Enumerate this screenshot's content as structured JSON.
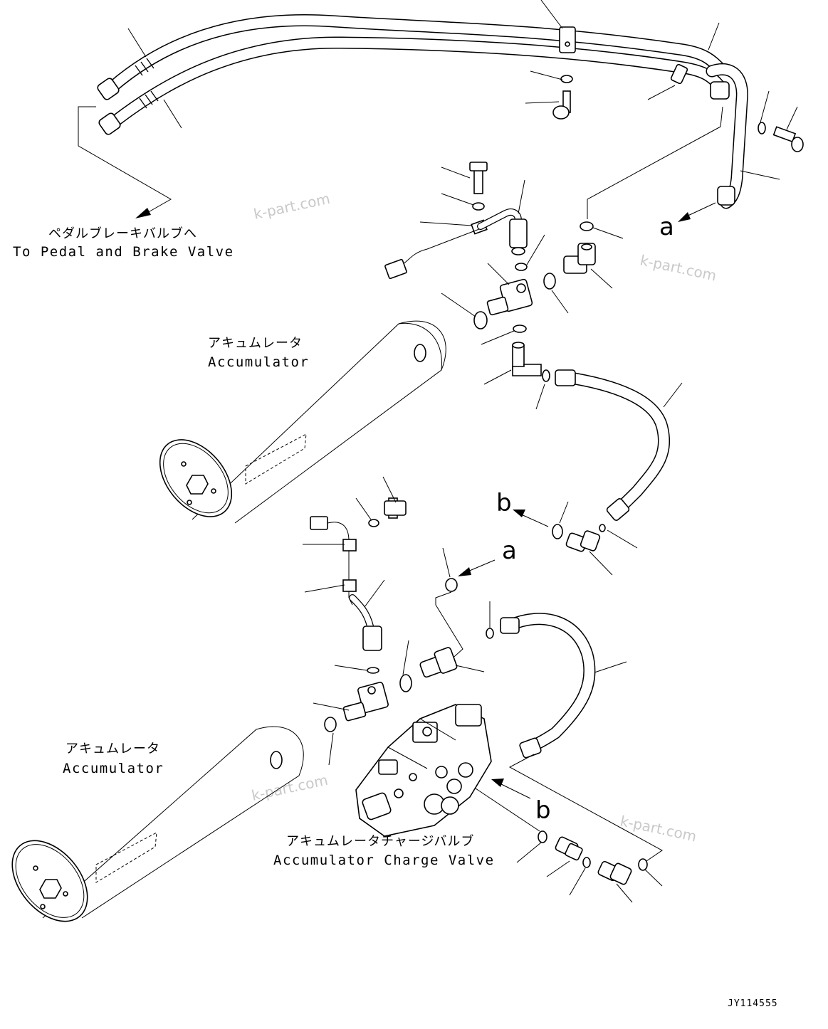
{
  "labels": {
    "pedal_jp": "ペダルブレーキバルブへ",
    "pedal_en": "To Pedal and Brake Valve",
    "acc1_jp": "アキュムレータ",
    "acc1_en": "Accumulator",
    "acc2_jp": "アキュムレータ",
    "acc2_en": "Accumulator",
    "charge_jp": "アキュムレータチャージバルブ",
    "charge_en": "Accumulator Charge Valve"
  },
  "connection_markers": {
    "a_top": "a",
    "a_mid": "a",
    "b_mid": "b",
    "b_bottom": "b"
  },
  "watermark": "k-part.com",
  "drawing_code": "JY114555",
  "parts": {
    "hoses": 4,
    "pipes": 2,
    "pressure_switches": 2,
    "tee_fittings": 2,
    "elbow_fittings": 4,
    "accumulators": 2,
    "charge_valve": 1
  }
}
